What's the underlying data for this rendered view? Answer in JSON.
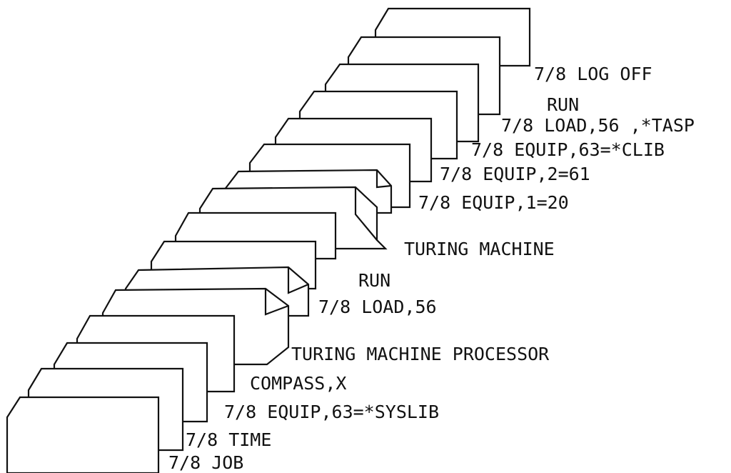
{
  "deck": {
    "cards": [
      {
        "id": "c15",
        "label": ""
      },
      {
        "id": "c14",
        "label": "7/8 LOG OFF"
      },
      {
        "id": "c13",
        "label": "RUN"
      },
      {
        "id": "c12",
        "label": "7/8 LOAD,56 ,*TASP"
      },
      {
        "id": "c11",
        "label": "7/8 EQUIP,63=*CLIB"
      },
      {
        "id": "c10",
        "label": "7/8 EQUIP,2=61"
      },
      {
        "id": "c9",
        "label": "7/8 EQUIP,1=20"
      },
      {
        "id": "c8",
        "label": "TURING MACHINE"
      },
      {
        "id": "c7",
        "label": ""
      },
      {
        "id": "c6",
        "label": "RUN"
      },
      {
        "id": "c5",
        "label": "7/8 LOAD,56"
      },
      {
        "id": "c4",
        "label": "TURING MACHINE PROCESSOR"
      },
      {
        "id": "c3",
        "label": "COMPASS,X"
      },
      {
        "id": "c2",
        "label": "7/8 EQUIP,63=*SYSLIB"
      },
      {
        "id": "c1",
        "label": "7/8 TIME"
      },
      {
        "id": "c0",
        "label": "7/8 JOB"
      }
    ]
  }
}
